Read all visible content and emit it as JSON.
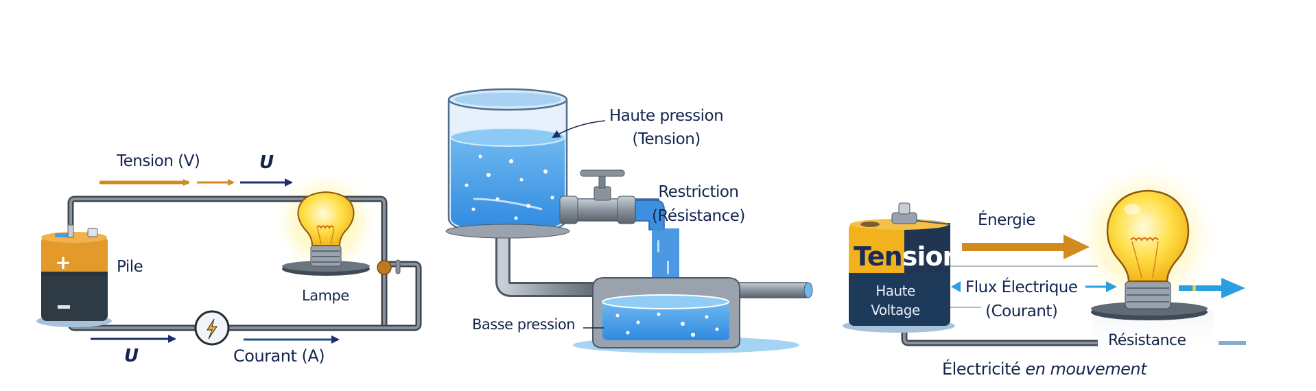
{
  "panels": {
    "circuit": {
      "tension_label": "Tension (V)",
      "u_top": "U",
      "battery_label": "Pile",
      "battery_plus": "+",
      "battery_minus": "−",
      "lamp_label": "Lampe",
      "u_bottom": "U",
      "current_label": "Courant (A)"
    },
    "water": {
      "high_pressure_line1": "Haute pression",
      "high_pressure_line2": "(Tension)",
      "restriction_line1": "Restriction",
      "restriction_line2": "(Résistance)",
      "low_pressure": "Basse pression"
    },
    "flow": {
      "battery_title_part1": "Ten",
      "battery_title_part2": "sion",
      "battery_sub_line1": "Haute",
      "battery_sub_line2": "Voltage",
      "energy_label": "Énergie",
      "flux_line1": "Flux Électrique",
      "flux_line2": "(Courant)",
      "resistance_label": "Résistance",
      "caption_regular": "Électricité",
      "caption_italic": "en mouvement"
    }
  },
  "colors": {
    "text_navy": "#13254d",
    "arrow_orange": "#d08a1e",
    "arrow_navy": "#1c2f6b",
    "arrow_blue": "#2a9ee0",
    "wire_gray": "#6b7480",
    "battery_orange": "#e39a2a",
    "battery_dark": "#2f3b44",
    "battery_yellow": "#f2b21e",
    "battery_navy": "#1e3a5a",
    "water_blue": "#3d9be8",
    "bulb_yellow": "#ffd83a"
  }
}
